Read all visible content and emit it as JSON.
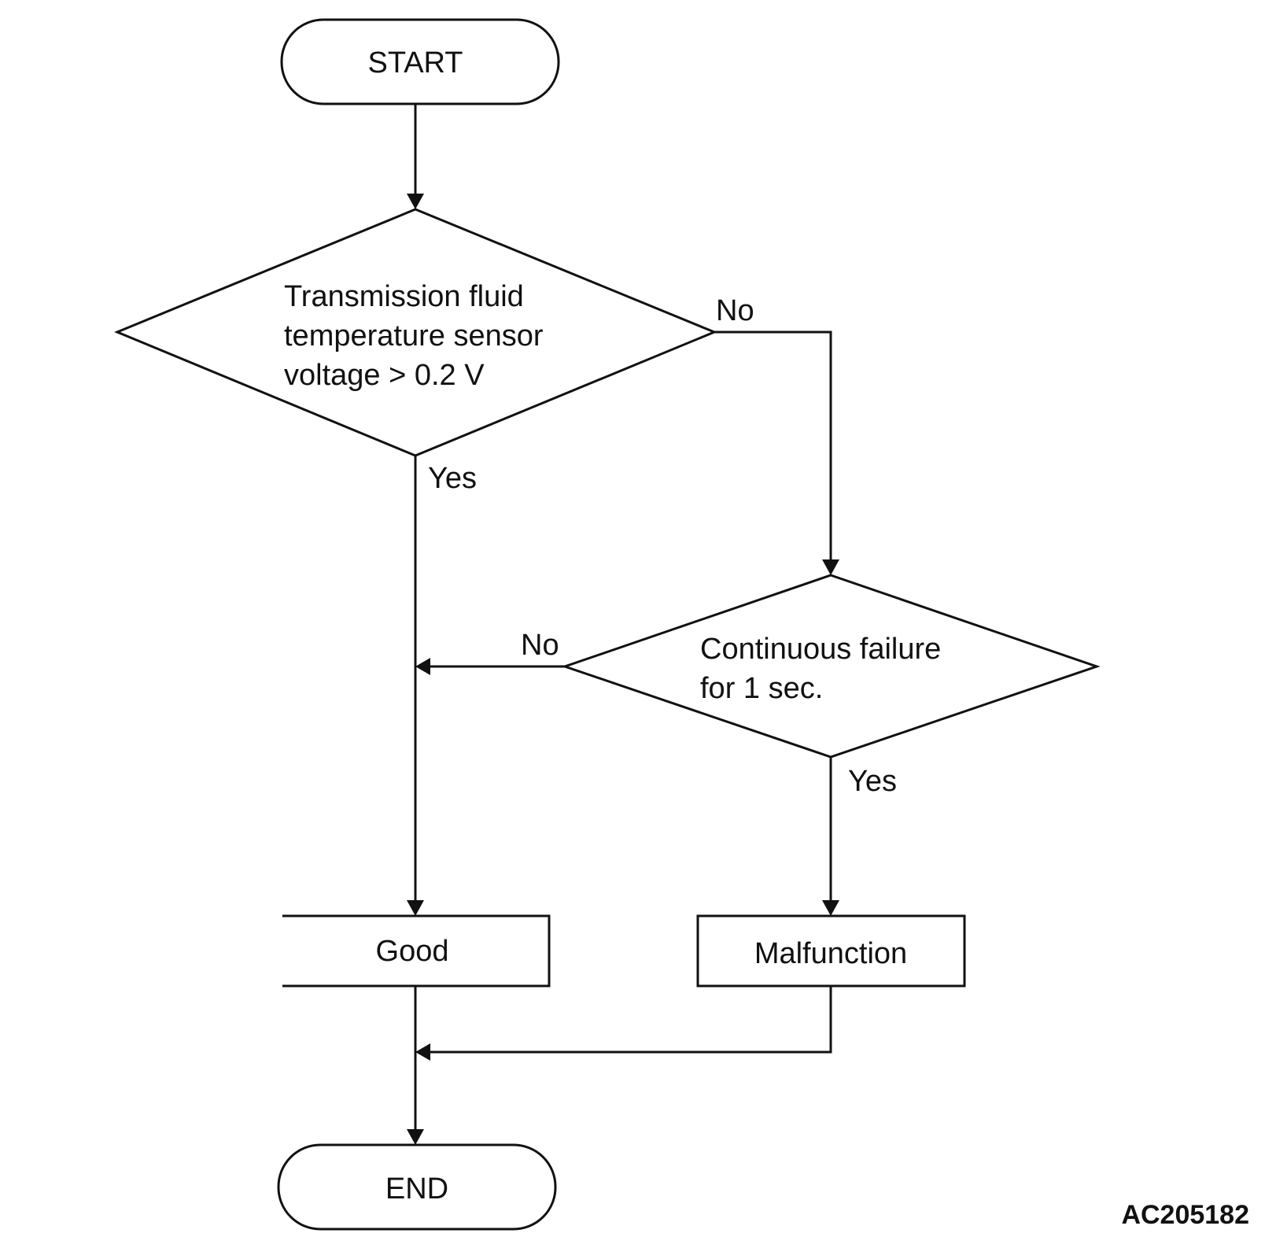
{
  "nodes": {
    "start": "START",
    "decision1": {
      "lines": [
        "Transmission fluid",
        "temperature sensor",
        "voltage > 0.2 V"
      ]
    },
    "decision2": {
      "lines": [
        "Continuous failure",
        "for 1 sec."
      ]
    },
    "good": "Good",
    "malfunction": "Malfunction",
    "end": "END"
  },
  "branches": {
    "decision1_no": "No",
    "decision1_yes": "Yes",
    "decision2_no": "No",
    "decision2_yes": "Yes"
  },
  "figure_code": "AC205182",
  "colors": {
    "line": "#111111",
    "background": "#ffffff"
  }
}
